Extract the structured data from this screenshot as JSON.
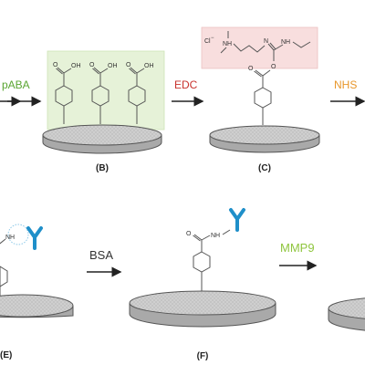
{
  "colors": {
    "paba": "#5aa532",
    "edc": "#c8322d",
    "nhs": "#e8962a",
    "mmp9": "#8fc53e",
    "bsa": "#333333",
    "antibody": "#1f8fc9",
    "green_box": "#e6f2d8",
    "pink_box": "#f8dede"
  },
  "steps": [
    {
      "reagent": "pABA"
    },
    {
      "reagent": "EDC"
    },
    {
      "reagent": "NHS"
    },
    {
      "reagent": "BSA"
    },
    {
      "reagent": "MMP9"
    }
  ],
  "panels": {
    "b": {
      "label": "(B)"
    },
    "c": {
      "label": "(C)"
    },
    "e": {
      "label": "(E)"
    },
    "f": {
      "label": "(F)"
    }
  },
  "atoms": {
    "o": "O",
    "oh": "OH",
    "nh": "NH",
    "n": "N",
    "cl": "Cl",
    "minus": "−"
  },
  "icons": [
    "antibody-icon",
    "electrode-disk-icon",
    "reaction-arrow-icon"
  ]
}
